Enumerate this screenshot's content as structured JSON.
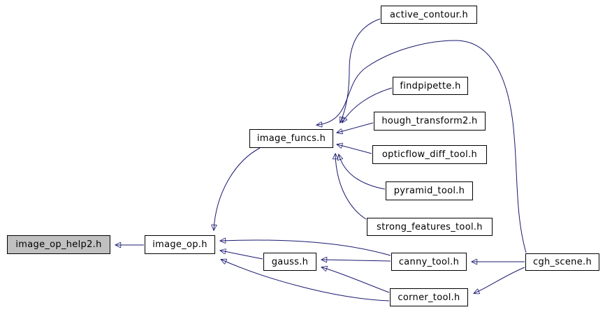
{
  "diagram": {
    "kind": "doxygen-included-by-dependency-graph",
    "root": "image_op_help2.h",
    "colors": {
      "edge": "#191970",
      "node_border": "#000000",
      "node_fill": "#ffffff",
      "root_fill": "#c0c0c0",
      "background": "#ffffff",
      "text": "#000000"
    },
    "nodes": [
      {
        "id": "image_op_help2",
        "label": "image_op_help2.h",
        "is_root": true
      },
      {
        "id": "image_op",
        "label": "image_op.h"
      },
      {
        "id": "image_funcs",
        "label": "image_funcs.h"
      },
      {
        "id": "active_contour",
        "label": "active_contour.h"
      },
      {
        "id": "findpipette",
        "label": "findpipette.h"
      },
      {
        "id": "hough_transform2",
        "label": "hough_transform2.h"
      },
      {
        "id": "opticflow_diff_tool",
        "label": "opticflow_diff_tool.h"
      },
      {
        "id": "pyramid_tool",
        "label": "pyramid_tool.h"
      },
      {
        "id": "strong_features_tool",
        "label": "strong_features_tool.h"
      },
      {
        "id": "gauss",
        "label": "gauss.h"
      },
      {
        "id": "canny_tool",
        "label": "canny_tool.h"
      },
      {
        "id": "corner_tool",
        "label": "corner_tool.h"
      },
      {
        "id": "cgh_scene",
        "label": "cgh_scene.h"
      }
    ],
    "edges": [
      {
        "from": "image_op",
        "to": "image_op_help2"
      },
      {
        "from": "image_funcs",
        "to": "image_op"
      },
      {
        "from": "active_contour",
        "to": "image_funcs"
      },
      {
        "from": "findpipette",
        "to": "image_funcs"
      },
      {
        "from": "hough_transform2",
        "to": "image_funcs"
      },
      {
        "from": "opticflow_diff_tool",
        "to": "image_funcs"
      },
      {
        "from": "pyramid_tool",
        "to": "image_funcs"
      },
      {
        "from": "strong_features_tool",
        "to": "image_funcs"
      },
      {
        "from": "cgh_scene",
        "to": "image_funcs"
      },
      {
        "from": "gauss",
        "to": "image_op"
      },
      {
        "from": "canny_tool",
        "to": "image_op"
      },
      {
        "from": "canny_tool",
        "to": "gauss"
      },
      {
        "from": "corner_tool",
        "to": "image_op"
      },
      {
        "from": "corner_tool",
        "to": "gauss"
      },
      {
        "from": "cgh_scene",
        "to": "canny_tool"
      },
      {
        "from": "cgh_scene",
        "to": "corner_tool"
      }
    ]
  }
}
